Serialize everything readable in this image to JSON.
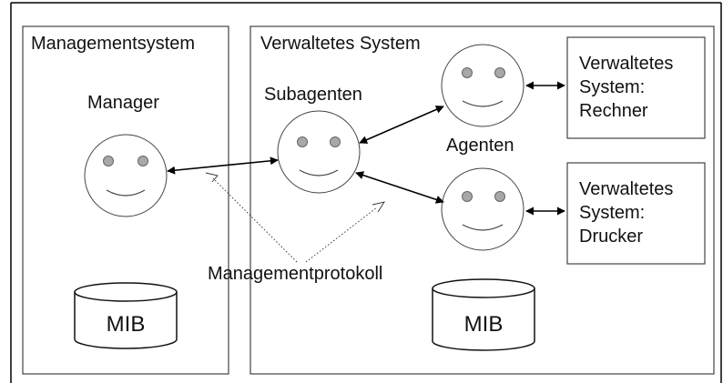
{
  "left_panel": {
    "title": "Managementsystem",
    "manager_label": "Manager",
    "db_label": "MIB"
  },
  "right_panel": {
    "title": "Verwaltetes System",
    "subagents_label": "Subagenten",
    "agents_label": "Agenten",
    "db_label": "MIB",
    "box_top": {
      "line1": "Verwaltetes",
      "line2": "System:",
      "line3": "Rechner"
    },
    "box_bottom": {
      "line1": "Verwaltetes",
      "line2": "System:",
      "line3": "Drucker"
    }
  },
  "protocol_label": "Managementprotokoll",
  "icons": {
    "agent_face": "smiley-face-icon",
    "database": "database-cylinder-icon"
  },
  "colors": {
    "line": "#333333",
    "eye": "#a8a8a8",
    "face_fill": "#ffffff"
  }
}
